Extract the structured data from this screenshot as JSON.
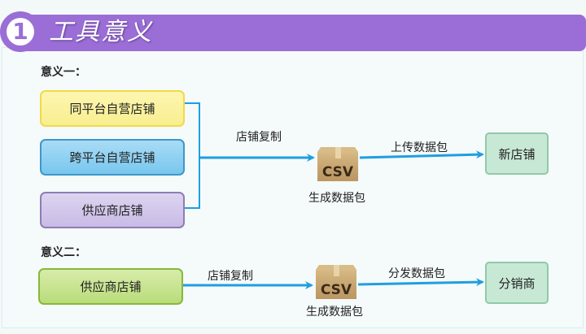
{
  "header": {
    "number": "1",
    "title": "工具意义"
  },
  "sections": [
    {
      "label": "意义一：",
      "sources": [
        "同平台自营店铺",
        "跨平台自营店铺",
        "供应商店铺"
      ],
      "edge1_label": "店铺复制",
      "package": {
        "icon_text": "CSV",
        "caption": "生成数据包"
      },
      "edge2_label": "上传数据包",
      "target": "新店铺"
    },
    {
      "label": "意义二：",
      "sources": [
        "供应商店铺"
      ],
      "edge1_label": "店铺复制",
      "package": {
        "icon_text": "CSV",
        "caption": "生成数据包"
      },
      "edge2_label": "分发数据包",
      "target": "分销商"
    }
  ],
  "colors": {
    "header": "#9a6ed6",
    "arrow": "#1e9fe0"
  }
}
